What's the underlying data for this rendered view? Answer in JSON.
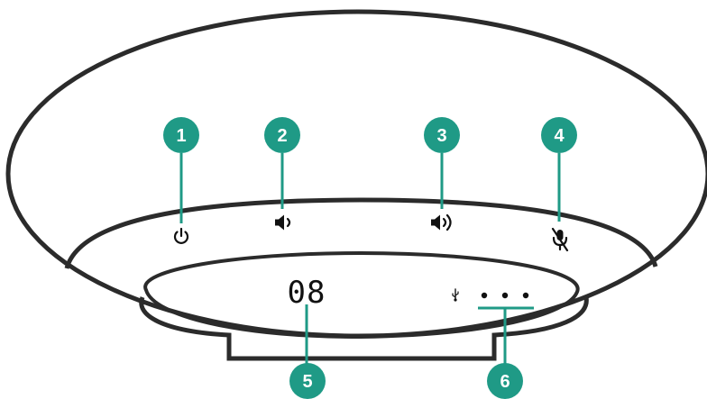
{
  "colors": {
    "accent": "#1f9a86",
    "outline": "#2b2b2b",
    "icon": "#111111"
  },
  "callouts": [
    {
      "number": "1",
      "target": "power-icon"
    },
    {
      "number": "2",
      "target": "volume-down-icon"
    },
    {
      "number": "3",
      "target": "volume-up-icon"
    },
    {
      "number": "4",
      "target": "mic-mute-icon"
    },
    {
      "number": "5",
      "target": "display"
    },
    {
      "number": "6",
      "target": "status-indicators"
    }
  ],
  "display": {
    "value": "08"
  },
  "icons": {
    "power": "power-icon",
    "volume_down": "volume-down-icon",
    "volume_up": "volume-up-icon",
    "mic_mute": "mic-mute-icon",
    "usb": "usb-icon"
  }
}
